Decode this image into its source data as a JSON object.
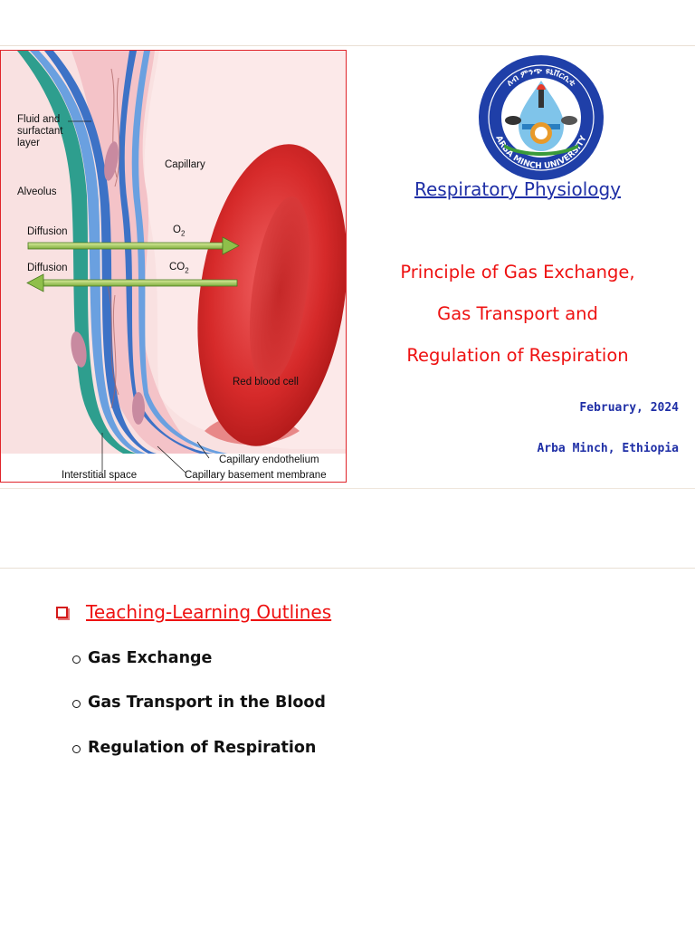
{
  "slide1": {
    "figure": {
      "labels": {
        "fluid_layer": "Fluid and\nsurfactant\nlayer",
        "alveolus": "Alveolus",
        "capillary": "Capillary",
        "diffusion_1": "Diffusion",
        "diffusion_2": "Diffusion",
        "o2_base": "O",
        "o2_sub": "2",
        "co2_base": "CO",
        "co2_sub": "2",
        "red_blood_cell": "Red blood cell",
        "capillary_endothelium": "Capillary endothelium",
        "interstitial_space": "Interstitial space",
        "capillary_basement_membrane": "Capillary basement membrane"
      }
    },
    "logo": {
      "text_top": "ለብ ምንጭ ዩኒቨርሲቲ",
      "text_bottom": "ARBA MINCH UNIVERSITY"
    },
    "course_title": "Respiratory Physiology",
    "subtitle_lines": [
      "Principle of Gas Exchange,",
      "Gas Transport and",
      "Regulation of Respiration"
    ],
    "date": "February, 2024",
    "location": "Arba Minch, Ethiopia"
  },
  "slide2": {
    "heading": "Teaching-Learning Outlines",
    "items": [
      "Gas Exchange",
      "Gas Transport in the Blood",
      "Regulation of Respiration"
    ]
  },
  "colors": {
    "title_blue": "#1f2fa6",
    "subtitle_red": "#ee1111",
    "figure_border": "#e0242a"
  }
}
